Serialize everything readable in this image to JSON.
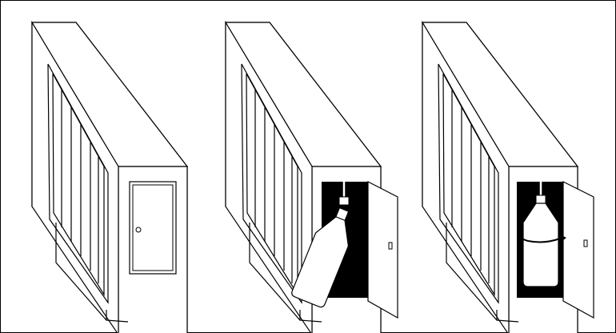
{
  "figure": {
    "panels": [
      {
        "id": "panel-1",
        "state": "door-closed",
        "shows": [
          "cabinet",
          "closed-door",
          "door-knob-icon"
        ]
      },
      {
        "id": "panel-2",
        "state": "door-open-bottle-tilted",
        "shows": [
          "cabinet",
          "open-door",
          "bottle-icon",
          "nozzle-icon"
        ]
      },
      {
        "id": "panel-3",
        "state": "door-open-bottle-rotated",
        "shows": [
          "cabinet",
          "open-door",
          "bottle-icon",
          "rotate-arrow-icon",
          "nozzle-icon"
        ]
      }
    ],
    "colors": {
      "line": "#000000",
      "fill": "#ffffff",
      "compartment": "#000000"
    }
  }
}
